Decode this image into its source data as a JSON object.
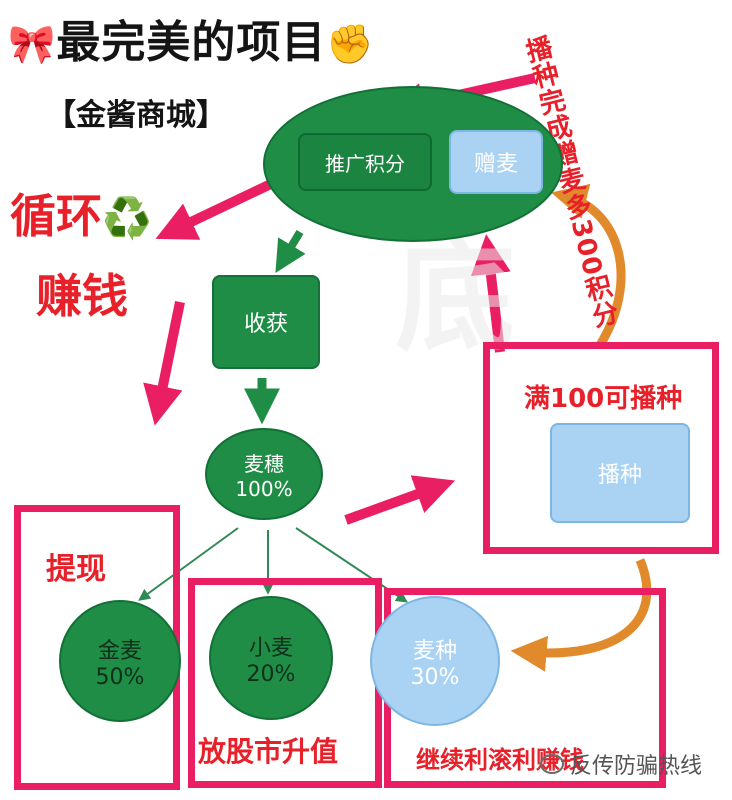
{
  "header": {
    "title_emoji_left": "🎀",
    "title": "最完美的项目",
    "title_emoji_right": "✊",
    "subtitle": "【金酱商城】"
  },
  "side": {
    "cycle_line1": "循环",
    "cycle_emoji": "♻️",
    "cycle_line2": "赚钱",
    "vertical_note": "播种完成赠麦多300积分"
  },
  "nodes": {
    "promo_points": "推广积分",
    "gift_wheat": "赠麦",
    "harvest": "收获",
    "ear_label": "麦穗",
    "ear_pct": "100%",
    "gold_label": "金麦",
    "gold_pct": "50%",
    "small_label": "小麦",
    "small_pct": "20%",
    "seed_label": "麦种",
    "seed_pct": "30%",
    "sow": "播种"
  },
  "frames": {
    "withdraw": "提现",
    "stock": "放股市升值",
    "continue": "继续利滚利赚钱",
    "sow_threshold": "满100可播种"
  },
  "watermark": {
    "text": "反传防骗热线",
    "icon": "wechat-icon"
  },
  "colors": {
    "dark_green": "#1f8d45",
    "light_blue": "#a9d2f3",
    "frame_pink": "#ea1e63",
    "red_text": "#e8202a",
    "orange_arrow": "#e08a2c"
  }
}
